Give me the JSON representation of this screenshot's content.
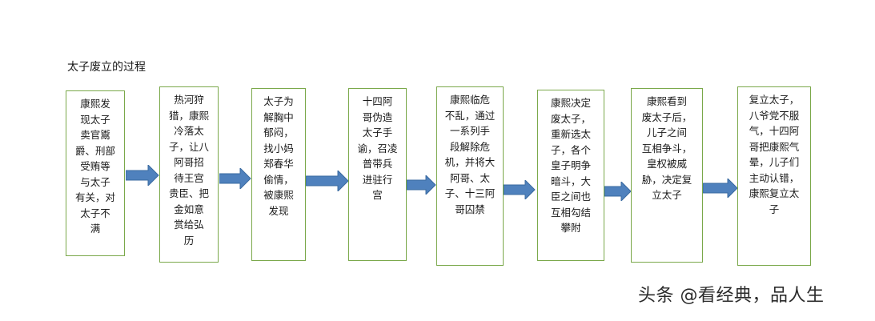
{
  "title": "太子废立的过程",
  "steps": [
    "康熙发\n现太子\n卖官鬻\n爵、刑部\n受贿等\n与太子\n有关，对\n太子不\n满",
    "热河狩\n猎，康熙\n冷落太\n子，让八\n阿哥招\n待王宫\n贵臣、把\n金如意\n赏给弘\n历",
    "太子为\n解胸中\n郁闷，\n找小妈\n郑春华\n偷情，\n被康熙\n发现",
    "十四阿\n哥伪造\n太子手\n谕，召凌\n普带兵\n进驻行\n宫",
    "康熙临危\n不乱，通过\n一系列手\n段解除危\n机，并将大\n阿哥、太\n子、十三阿\n哥囚禁",
    "康熙决定\n废太子，\n重新选太\n子，各个\n皇子明争\n暗斗，大\n臣之间也\n互相勾结\n攀附",
    "康熙看到\n废太子后，\n儿子之间\n互相争斗，\n皇权被威\n胁，决定复\n立太子",
    "复立太子，\n八爷党不服\n气，十四阿\n哥把康熙气\n晕，儿子们\n主动认错，\n康熙复立太\n子"
  ],
  "watermark": "头条 @看经典，品人生",
  "colors": {
    "box_border": "#7aa84a",
    "arrow_fill": "#4f81bd",
    "arrow_stroke": "#3a6aa0"
  }
}
